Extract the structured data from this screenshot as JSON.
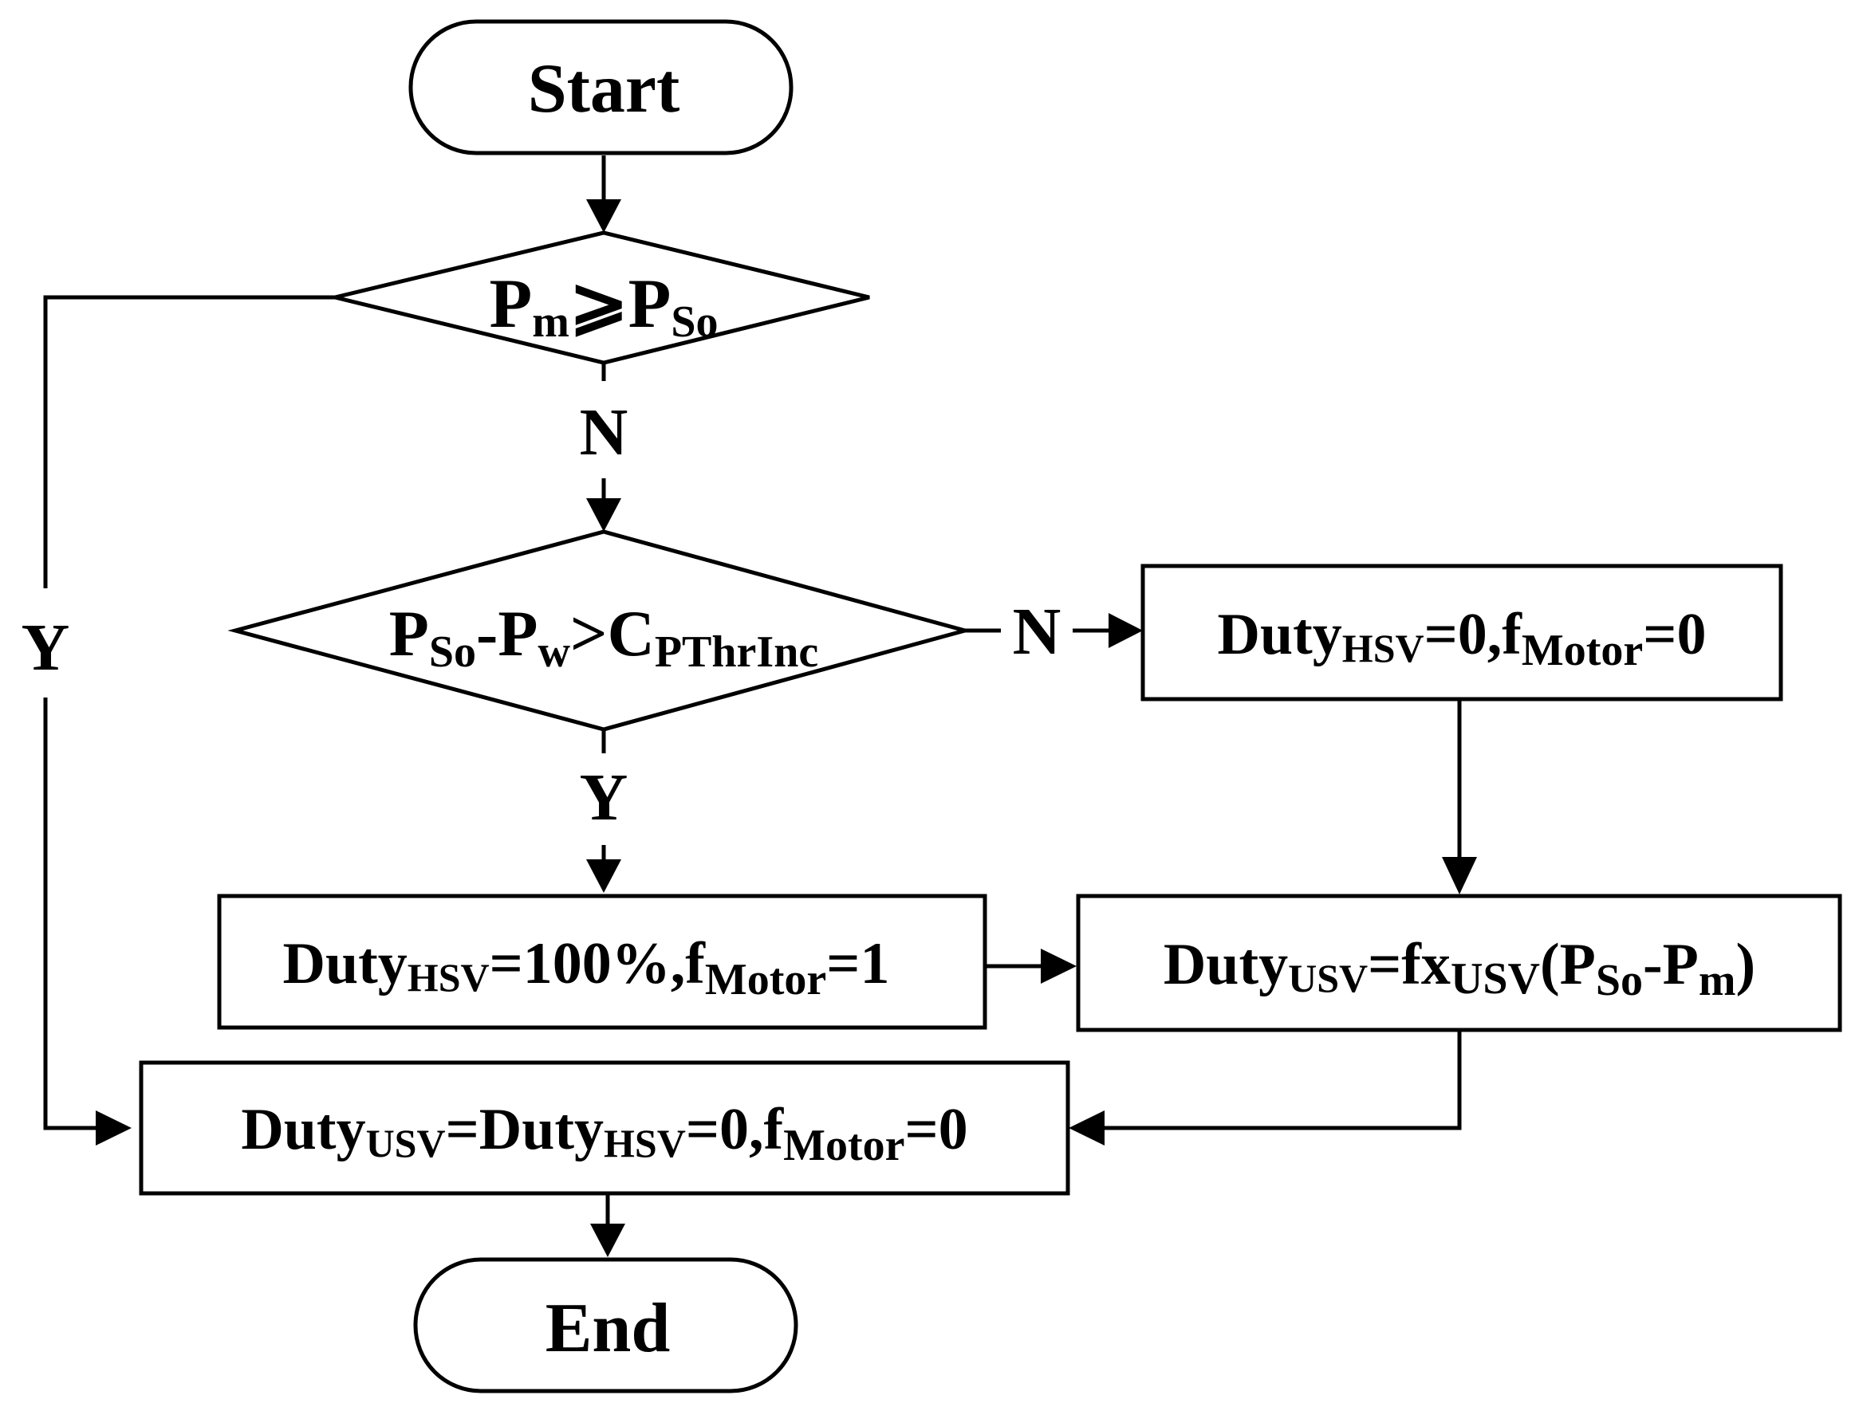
{
  "flowchart": {
    "start": "Start",
    "end": "End",
    "decision1": {
      "p1": "P",
      "p1_sub": "m",
      "op": "⩾",
      "p2": "P",
      "p2_sub": "So"
    },
    "decision2": {
      "a": "P",
      "a_sub": "So",
      "minus": "-",
      "b": "P",
      "b_sub": "w",
      "gt": ">",
      "c": "C",
      "c_sub": "PThrInc"
    },
    "box_hsv_zero": {
      "duty": "Duty",
      "duty_sub": "HSV",
      "mid": "=0,f",
      "f_sub": "Motor",
      "tail": "=0"
    },
    "box_hsv_full": {
      "duty": "Duty",
      "duty_sub": "HSV",
      "mid": "=100%,f",
      "f_sub": "Motor",
      "tail": "=1"
    },
    "box_usv": {
      "duty": "Duty",
      "duty_sub": "USV",
      "eq": "=fx",
      "fx_sub": "USV",
      "open": "(P",
      "a_sub": "So",
      "minus": "-P",
      "b_sub": "m",
      "close": ")"
    },
    "box_final": {
      "duty": "Duty",
      "duty_sub": "USV",
      "eq": "=Duty",
      "duty2_sub": "HSV",
      "mid": "=0,f",
      "f_sub": "Motor",
      "tail": "=0"
    },
    "labels": {
      "n1": "N",
      "n2": "N",
      "y1": "Y",
      "y2": "Y"
    }
  }
}
